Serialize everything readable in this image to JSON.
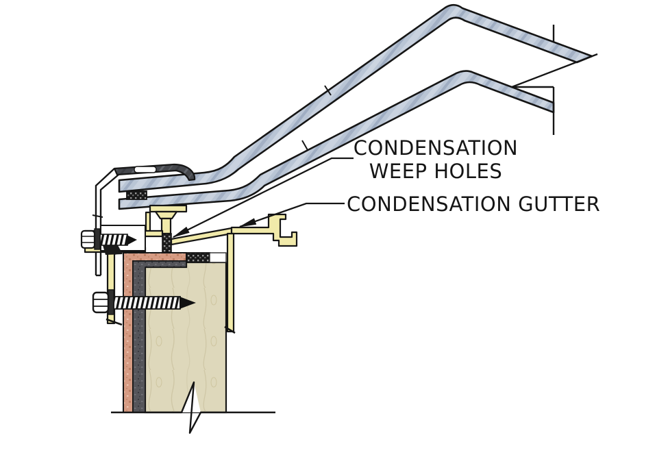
{
  "diagram": {
    "type": "construction-detail-section",
    "background": "#ffffff",
    "labels": {
      "weep_line1": "CONDENSATION",
      "weep_line2": "WEEP HOLES",
      "gutter": "CONDENSATION GUTTER"
    },
    "colors": {
      "line": "#151515",
      "glazing_fill": "#b9c5d5",
      "cap_flashing": "#45474c",
      "frame_yellow": "#f1eaaa",
      "timber": "#ded8bb",
      "brick": "#d69b83",
      "membrane": "#55555a",
      "gasket": "#191919"
    },
    "parts": [
      "outer-glazing-pane",
      "inner-glazing-pane",
      "break-line-symbols",
      "cap-flashing",
      "glazing-spacer-gasket",
      "setting-block",
      "condensation-weep-hole",
      "condensation-gutter-profile",
      "sill-profile",
      "fixing-screw",
      "anchor-bolt",
      "timber-kerb",
      "brick-veneer",
      "membrane-layer",
      "seal-gasket",
      "leader-arrows",
      "wall-break-line"
    ]
  }
}
